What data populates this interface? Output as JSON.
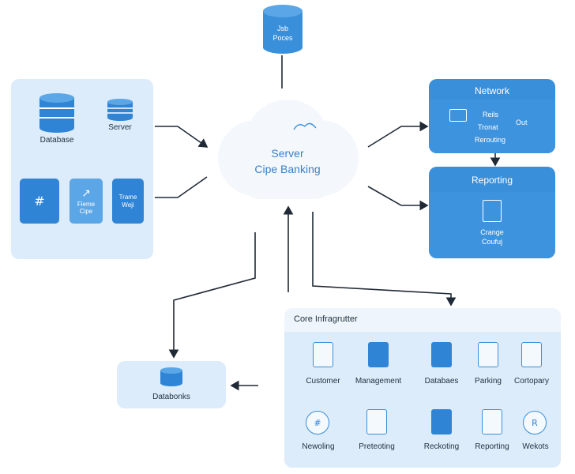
{
  "top_node": {
    "line1": "Jsb",
    "line2": "Poces"
  },
  "left_panel": {
    "database_label": "Database",
    "server_label": "Server",
    "tile2_line1": "Fieme",
    "tile2_line2": "Cipe",
    "tile3_line1": "Trame",
    "tile3_line2": "Weji"
  },
  "center": {
    "line1": "Server",
    "line2": "Cipe Banking"
  },
  "network_panel": {
    "title": "Network",
    "line1": "Reils",
    "line2": "Tronat",
    "line3": "Out",
    "line4": "Rerouting"
  },
  "reporting_panel": {
    "title": "Reporting",
    "line1": "Crange",
    "line2": "Coufuj"
  },
  "databonks": {
    "label": "Databonks"
  },
  "core": {
    "title": "Core Infragrutter",
    "row1": [
      "Customer",
      "Management",
      "Databaes",
      "Parking",
      "Cortopary"
    ],
    "row2": [
      "Newoling",
      "Preteoting",
      "Reckoting",
      "Reporting",
      "Wekots"
    ]
  },
  "colors": {
    "accent": "#3a8fda",
    "panel_light": "#dcecfa",
    "line": "#1f2a36"
  }
}
